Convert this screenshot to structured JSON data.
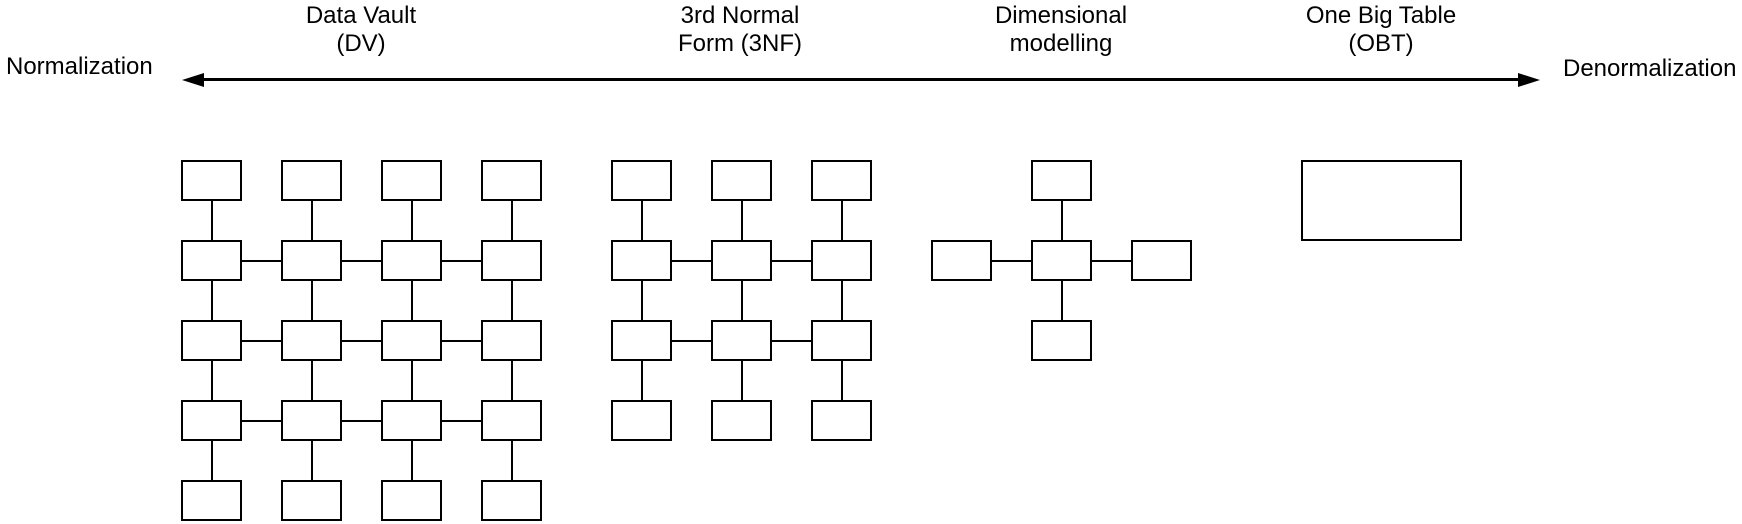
{
  "axis": {
    "left_label": "Normalization",
    "right_label": "Denormalization",
    "line_color": "#000000"
  },
  "models": [
    {
      "id": "data-vault",
      "label_lines": [
        "Data Vault",
        "(DV)"
      ],
      "structure": {
        "type": "grid",
        "columns": 4,
        "rows": 5,
        "horizontally_linked_rows": [
          2,
          3,
          4
        ],
        "vertically_linked_columns": "all",
        "table_count": 20
      }
    },
    {
      "id": "third-normal-form",
      "label_lines": [
        "3rd Normal",
        "Form (3NF)"
      ],
      "structure": {
        "type": "grid",
        "columns": 3,
        "rows": 4,
        "horizontally_linked_rows": [
          2,
          3
        ],
        "vertically_linked_columns": "all",
        "table_count": 12
      }
    },
    {
      "id": "dimensional-modelling",
      "label_lines": [
        "Dimensional",
        "modelling"
      ],
      "structure": {
        "type": "star",
        "fact_tables": 1,
        "dimension_tables": 4,
        "table_count": 5
      }
    },
    {
      "id": "one-big-table",
      "label_lines": [
        "One Big Table",
        "(OBT)"
      ],
      "structure": {
        "type": "single-table",
        "table_count": 1
      }
    }
  ],
  "style": {
    "box_fill": "#ffffff",
    "box_stroke": "#000000",
    "text_color": "#000000"
  }
}
